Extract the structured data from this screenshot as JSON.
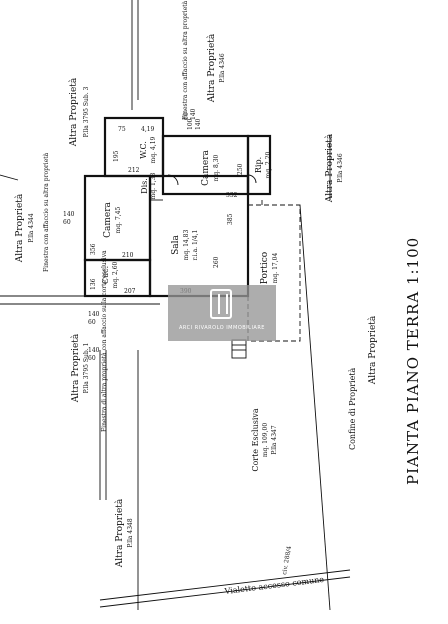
{
  "plan": {
    "title": "PIANTA PIANO TERRA 1:100",
    "rooms": {
      "wc": {
        "name": "W.C.",
        "area": "mq. 4,19"
      },
      "camera_top": {
        "name": "Camera",
        "area": "mq. 8,30"
      },
      "rip": {
        "name": "Rip.",
        "area": "mq. 2,20"
      },
      "camera_left": {
        "name": "Camera",
        "area": "mq. 7,45"
      },
      "dis": {
        "name": "Dis.",
        "area": "mq. 1,38"
      },
      "sala": {
        "name": "Sala",
        "area": "mq. 14,83",
        "ratio": "r.i.a. 1/4,1"
      },
      "cuc": {
        "name": "Cuc.",
        "area": "mq. 2,60"
      },
      "portico": {
        "name": "Portico",
        "area": "mq. 17,04"
      },
      "corte": {
        "name": "Corte Esclusiva",
        "area": "mq. 109,00",
        "plot": "P.lla 4347"
      }
    },
    "properties": {
      "top": {
        "title": "Altra Proprietà",
        "plot": "P.lla 3795 Sub. 3"
      },
      "top_right": {
        "title": "Altra Proprietà",
        "plot": "P.lla 4346"
      },
      "left": {
        "title": "Altra Proprietà",
        "plot": "P.lla 4344"
      },
      "right": {
        "title": "Altra Proprietà",
        "plot": "P.lla 4346"
      },
      "mid_left": {
        "title": "Altra Proprietà",
        "plot": "P.lla 3795 Sub. 1"
      },
      "bottom_left": {
        "title": "Altra Proprietà",
        "plot": "P.lla 4348"
      },
      "bottom_right": {
        "title": "Altra Proprietà"
      }
    },
    "notes": {
      "window_top": "Finestra con affaccio su altra proprietà",
      "window_left": "Finestra con affaccio su altra proprietà",
      "window_mid": "Finestra di altra proprietà con affaccio sulla corte esclusiva",
      "confine": "Confine di Proprietà",
      "vialetto": "Vialetto accesso comune",
      "civ": "civ. 288/4"
    },
    "dims": {
      "d_75": "75",
      "d_419": "4,19",
      "d_100": "100",
      "d_140": "140",
      "d_195": "195",
      "d_212": "212",
      "d_332": "332",
      "d_250": "250",
      "d_385": "385",
      "d_356": "356",
      "d_210": "210",
      "d_136": "136",
      "d_207": "207",
      "d_390": "390",
      "d_260": "260",
      "win_a": "60",
      "win_b": "140",
      "win_c": "60",
      "win_d": "140",
      "win_e": "140",
      "win_f": "140",
      "win_g": "60",
      "win_h": "60"
    },
    "watermark": "ARCI RIVAROLO IMMOBILIARE"
  }
}
